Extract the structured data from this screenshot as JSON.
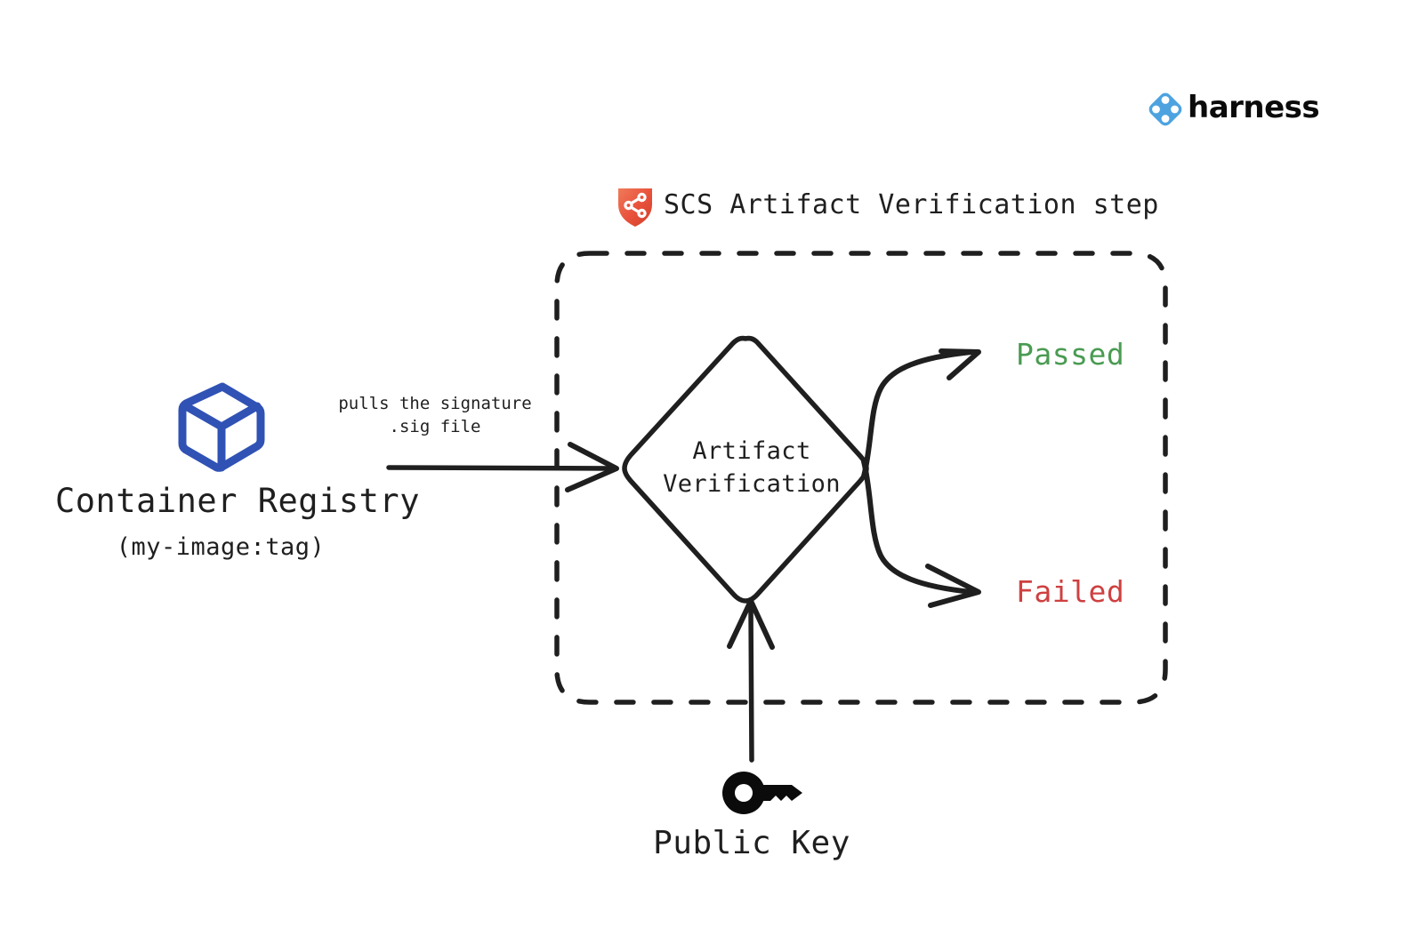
{
  "brand": {
    "name": "harness",
    "logo_icon": "harness-diamond-icon",
    "accent": "#4da3e0"
  },
  "step": {
    "icon": "scs-shield-icon",
    "title": "SCS Artifact Verification step",
    "container_style": "dashed-rounded-rect"
  },
  "source": {
    "icon": "container-box-icon",
    "icon_color": "#3052b5",
    "title": "Container Registry",
    "subtitle": "(my-image:tag)"
  },
  "edges": {
    "pull_label_line1": "pulls the signature",
    "pull_label_line2": ".sig file"
  },
  "process": {
    "shape": "diamond",
    "label_line1": "Artifact",
    "label_line2": "Verification"
  },
  "outcomes": [
    {
      "label": "Passed",
      "color": "#4a9b52"
    },
    {
      "label": "Failed",
      "color": "#cf4040"
    }
  ],
  "key": {
    "icon": "key-icon",
    "label": "Public Key"
  },
  "colors": {
    "stroke": "#1f1f1f",
    "background": "#ffffff",
    "registry_blue": "#3052b5",
    "shield_red": "#e8503a",
    "passed_green": "#4a9b52",
    "failed_red": "#cf4040"
  }
}
